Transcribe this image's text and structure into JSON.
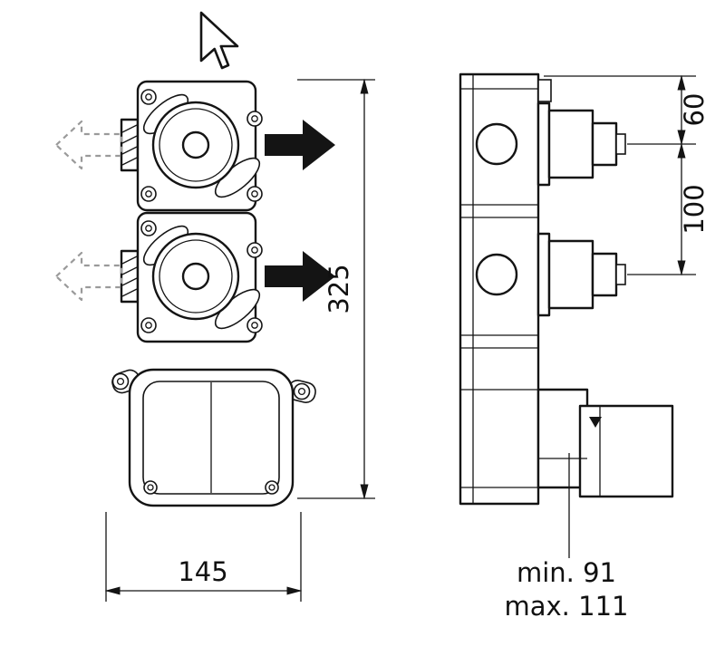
{
  "drawing": {
    "type": "installation-dimension-drawing",
    "colors": {
      "background": "#ffffff",
      "line": "#141414",
      "dashed_arrow": "#9a9a9a"
    },
    "dims": {
      "height": "325",
      "width": "145",
      "port_offset": "60",
      "port_spacing": "100",
      "depth_min": "min. 91",
      "depth_max": "max. 111"
    }
  }
}
